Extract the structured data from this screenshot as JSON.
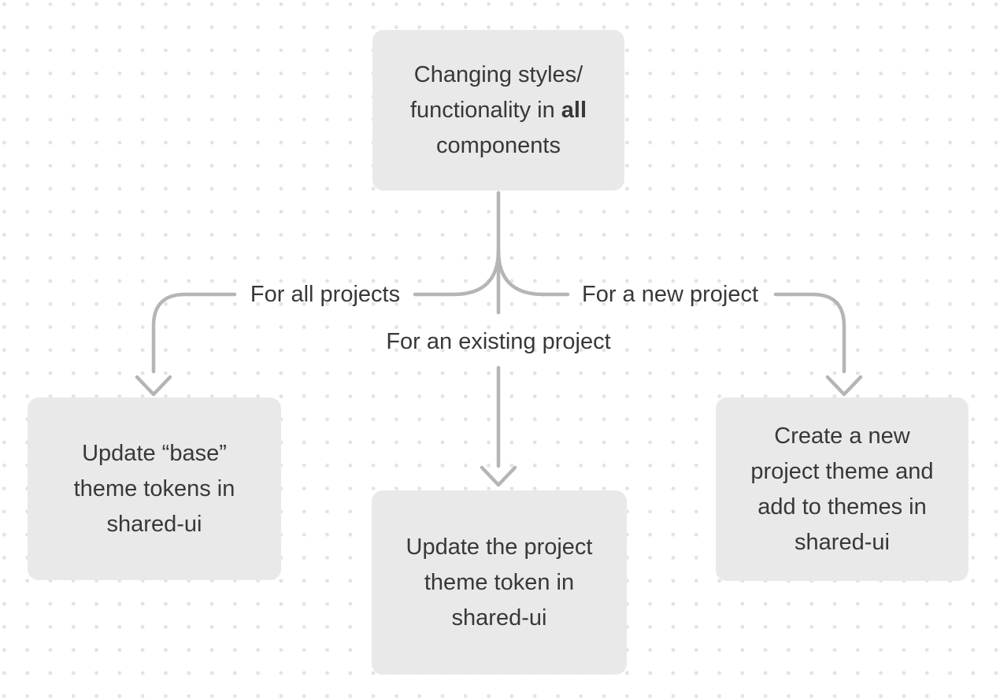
{
  "colors": {
    "connector": "#b5b5b5",
    "node_fill": "#e9e9e9",
    "text": "#383838",
    "dot": "#e3e3e3",
    "background": "#ffffff"
  },
  "nodes": {
    "top": {
      "line1": "Changing styles/",
      "line2_prefix": "functionality in",
      "line2_bold": "all",
      "line3": "components"
    },
    "left": {
      "lines": [
        "Update “base”",
        "theme tokens in",
        "shared-ui"
      ]
    },
    "middle": {
      "lines": [
        "Update the project",
        "theme token in",
        "shared-ui"
      ]
    },
    "right": {
      "lines": [
        "Create a new",
        "project theme and",
        "add to themes in",
        "shared-ui"
      ]
    }
  },
  "edge_labels": {
    "all_projects": "For all projects",
    "existing_project": "For an existing project",
    "new_project": "For a new project"
  }
}
